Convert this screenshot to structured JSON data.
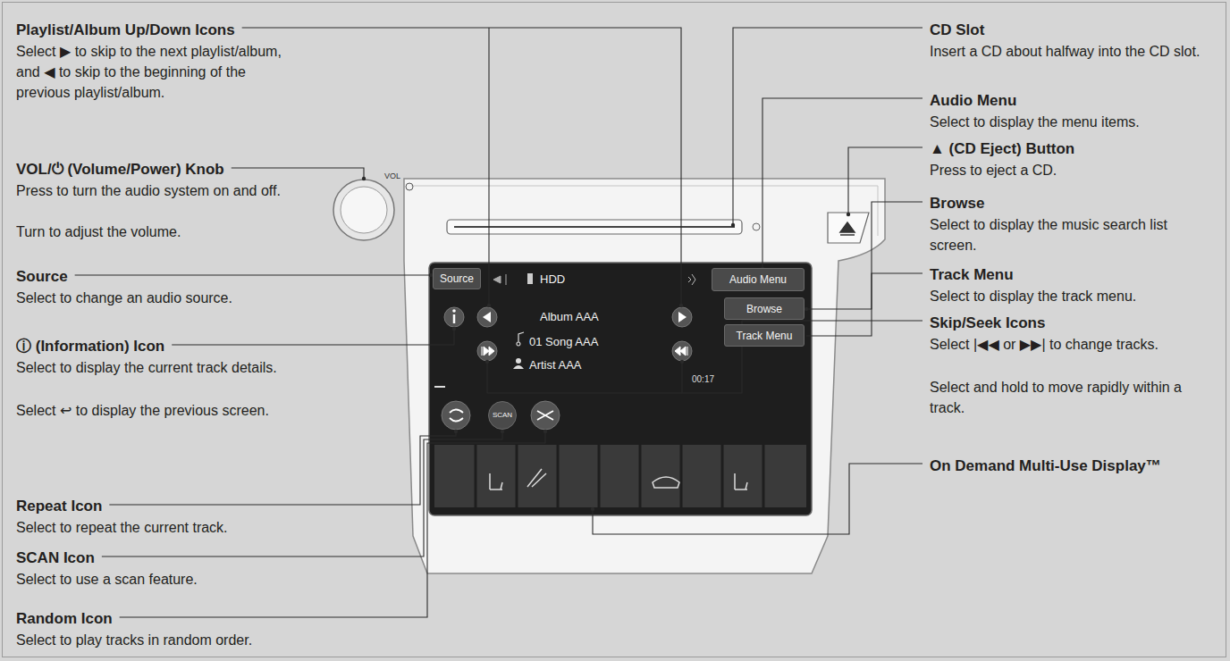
{
  "diagram": {
    "nodes": [
      {
        "text": [
          "Source"
        ]
      },
      {
        "text": [
          "Audio Menu"
        ]
      },
      {
        "text": [
          "Browse"
        ]
      },
      {
        "text": [
          "Track Menu"
        ]
      },
      {
        "text": [
          "SCAN"
        ]
      }
    ],
    "labels": [
      "Playlist/Album Up/Down Icons",
      "Select ▶ to skip to the next playlist/album, and ◀ to skip to the beginning of the previous playlist/album.",
      "VOL/⏻ (Volume/Power) Knob",
      "Press to turn the audio system on and off.",
      "Turn to adjust the volume.",
      "Source",
      "Select to change an audio source.",
      "ⓘ (Information) Icon",
      "Select to display the current track details.",
      "Select ↩ to display the previous screen.",
      "Repeat Icon",
      "Select to repeat the current track.",
      "SCAN Icon",
      "Select to use a scan feature.",
      "Random Icon",
      "Select to play tracks in random order.",
      "CD Slot",
      "Insert a CD about halfway into the CD slot.",
      "Audio Menu",
      "Select to display the menu items.",
      "▲ (CD Eject) Button",
      "Press to eject a CD.",
      "Browse",
      "Select to display the music search list screen.",
      "Track Menu",
      "Select to display the track menu.",
      "Skip/Seek Icons",
      "Select |◀◀ or ▶▶| to change tracks.",
      "Select and hold to move rapidly within a track.",
      "On Demand Multi-Use Display™",
      "VOL",
      "HDD",
      "Album AAA",
      "01 Song AAA",
      "Artist AAA",
      "00:17"
    ]
  }
}
